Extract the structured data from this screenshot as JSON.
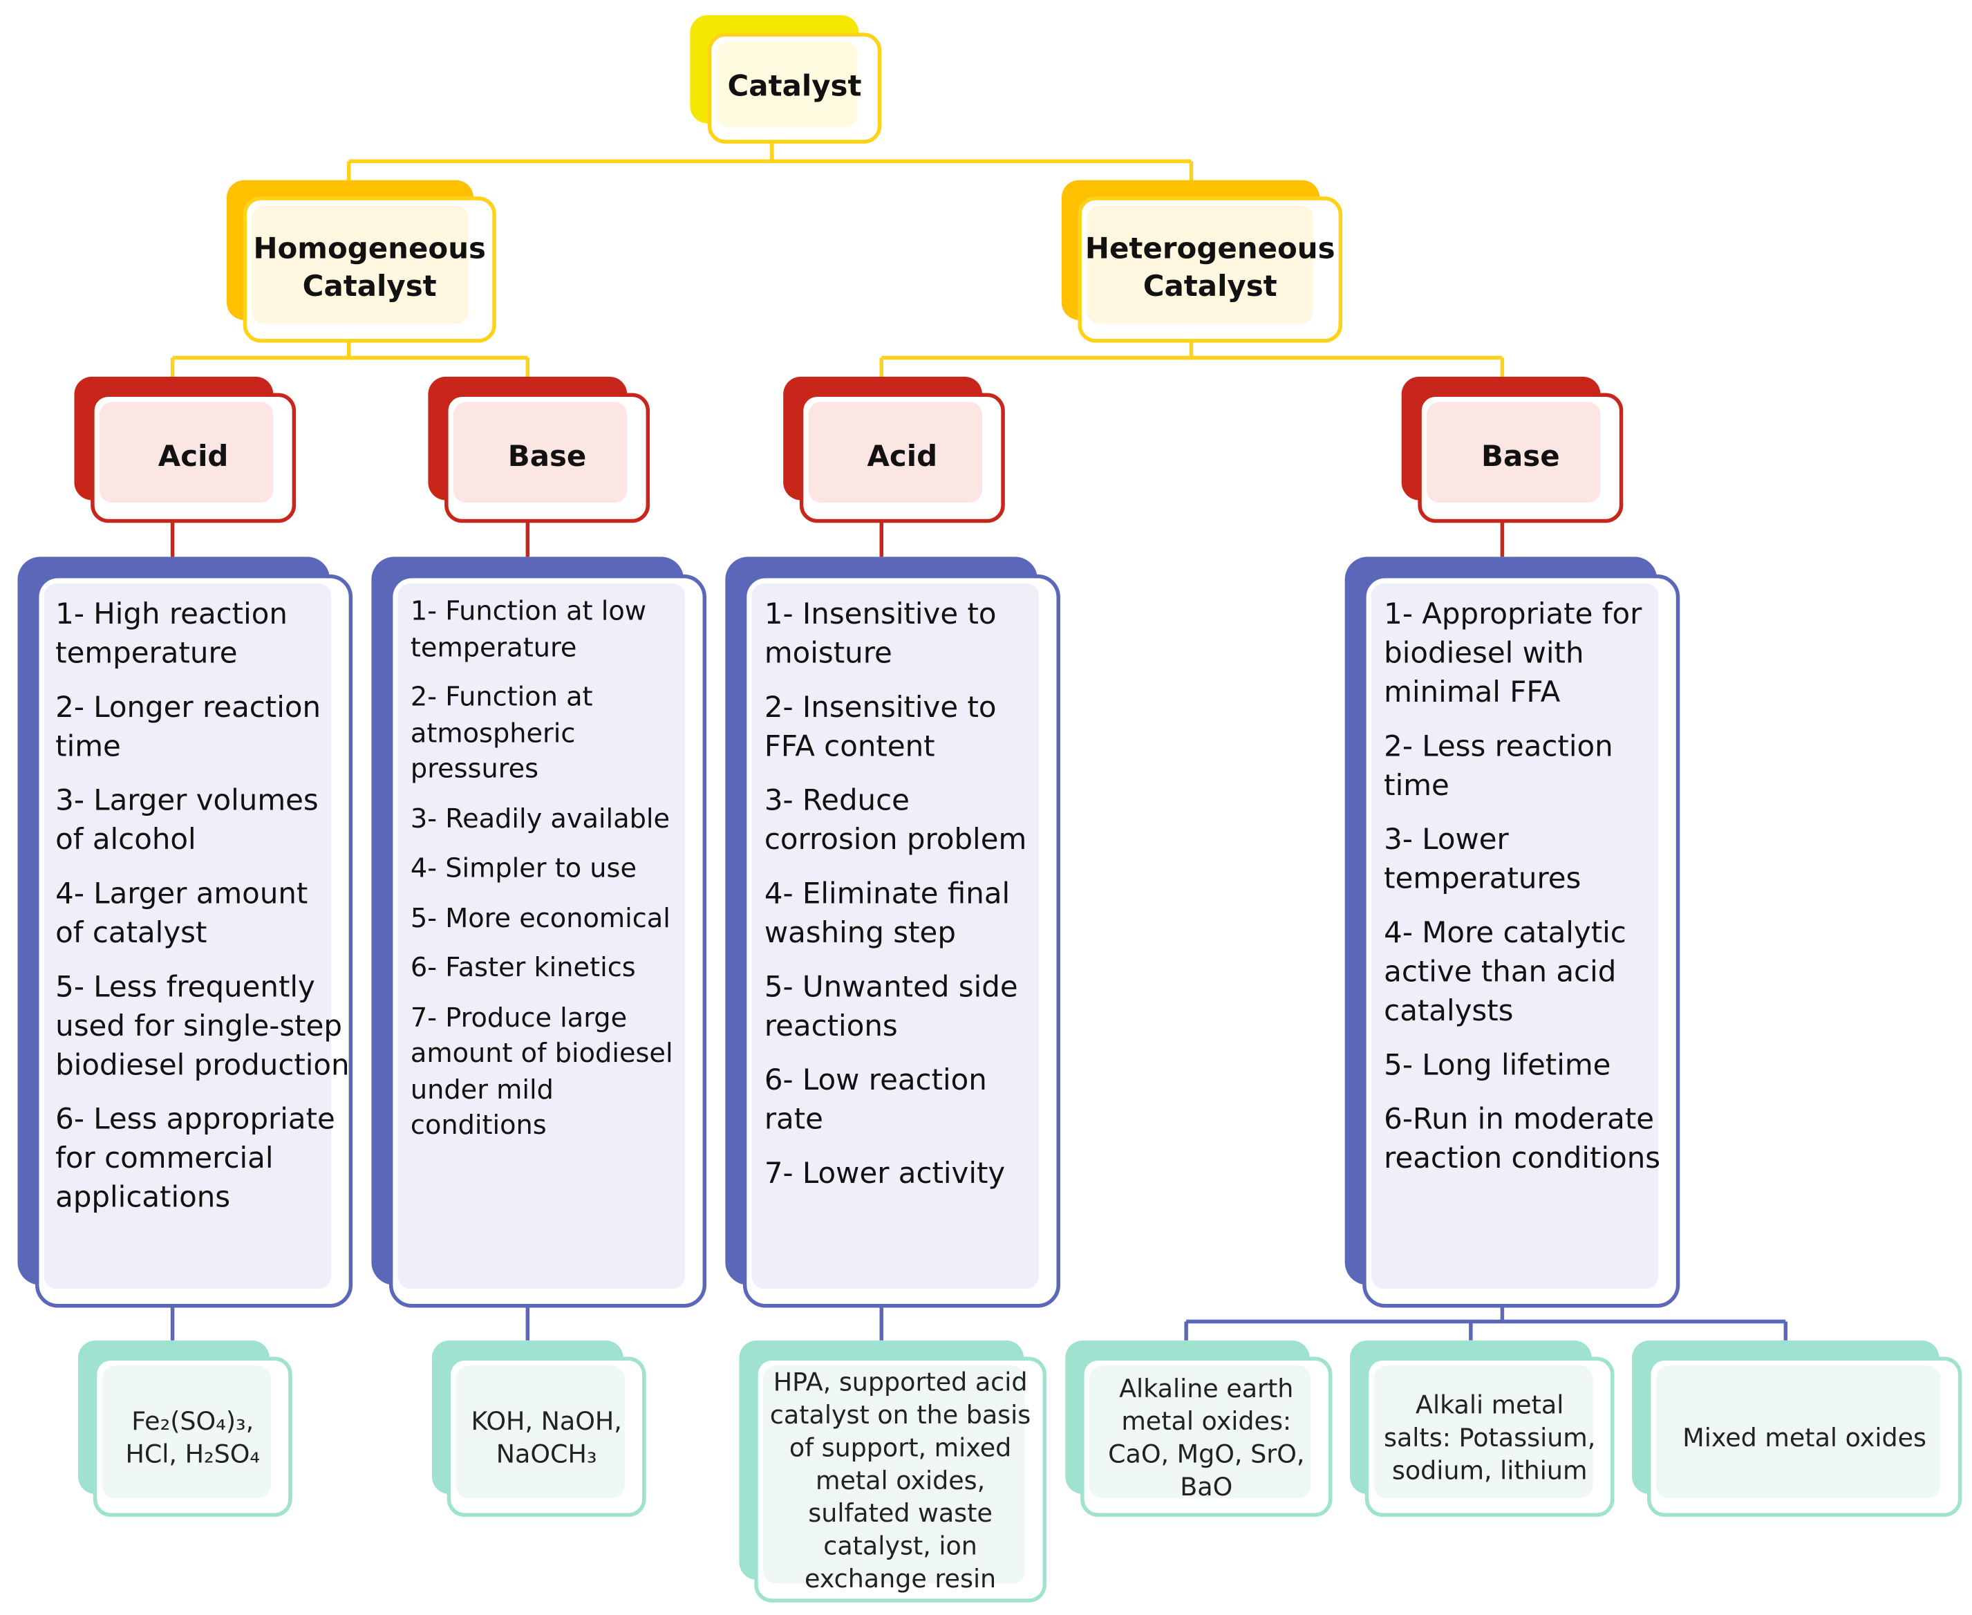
{
  "root": {
    "label": "Catalyst"
  },
  "homogeneous": {
    "label": "Homogeneous Catalyst",
    "acid": {
      "label": "Acid",
      "items": [
        "1- High reaction temperature",
        "2- Longer reaction time",
        "3- Larger volumes of alcohol",
        "4- Larger amount of catalyst",
        "5- Less frequently used for single-step biodiesel production",
        "6- Less appropriate for commercial applications"
      ],
      "examples": "Fe₂(SO₄)₃, HCl, H₂SO₄"
    },
    "base": {
      "label": "Base",
      "items": [
        "1- Function at low temperature",
        "2- Function at atmospheric pressures",
        "3- Readily available",
        "4- Simpler to use",
        "5- More economical",
        "6- Faster kinetics",
        "7- Produce large amount of biodiesel under mild conditions"
      ],
      "examples": "KOH, NaOH, NaOCH₃"
    }
  },
  "heterogeneous": {
    "label": "Heterogeneous Catalyst",
    "acid": {
      "label": "Acid",
      "items": [
        "1- Insensitive to moisture",
        "2- Insensitive to FFA content",
        "3- Reduce corrosion problem",
        "4-  Eliminate final washing step",
        "5- Unwanted side reactions",
        "6- Low reaction rate",
        "7- Lower activity"
      ],
      "examples": "HPA, supported acid catalyst on the basis of support, mixed metal oxides, sulfated waste catalyst, ion exchange resin"
    },
    "base": {
      "label": "Base",
      "items": [
        "1- Appropriate for biodiesel with minimal FFA",
        "2- Less reaction time",
        "3- Lower temperatures",
        "4- More catalytic active than acid catalysts",
        "5- Long lifetime",
        "6-Run in moderate reaction conditions"
      ],
      "examples": [
        "Alkaline earth metal oxides: CaO, MgO, SrO, BaO",
        "Alkali metal salts: Potassium, sodium, lithium",
        "Mixed metal oxides"
      ]
    }
  },
  "colors": {
    "root_back": "#f5e800",
    "level1_back": "#ffc000",
    "level1_border": "#ffd21a",
    "level2": "#c8261a",
    "properties": "#5b67b8",
    "examples": "#9ee2cf"
  }
}
